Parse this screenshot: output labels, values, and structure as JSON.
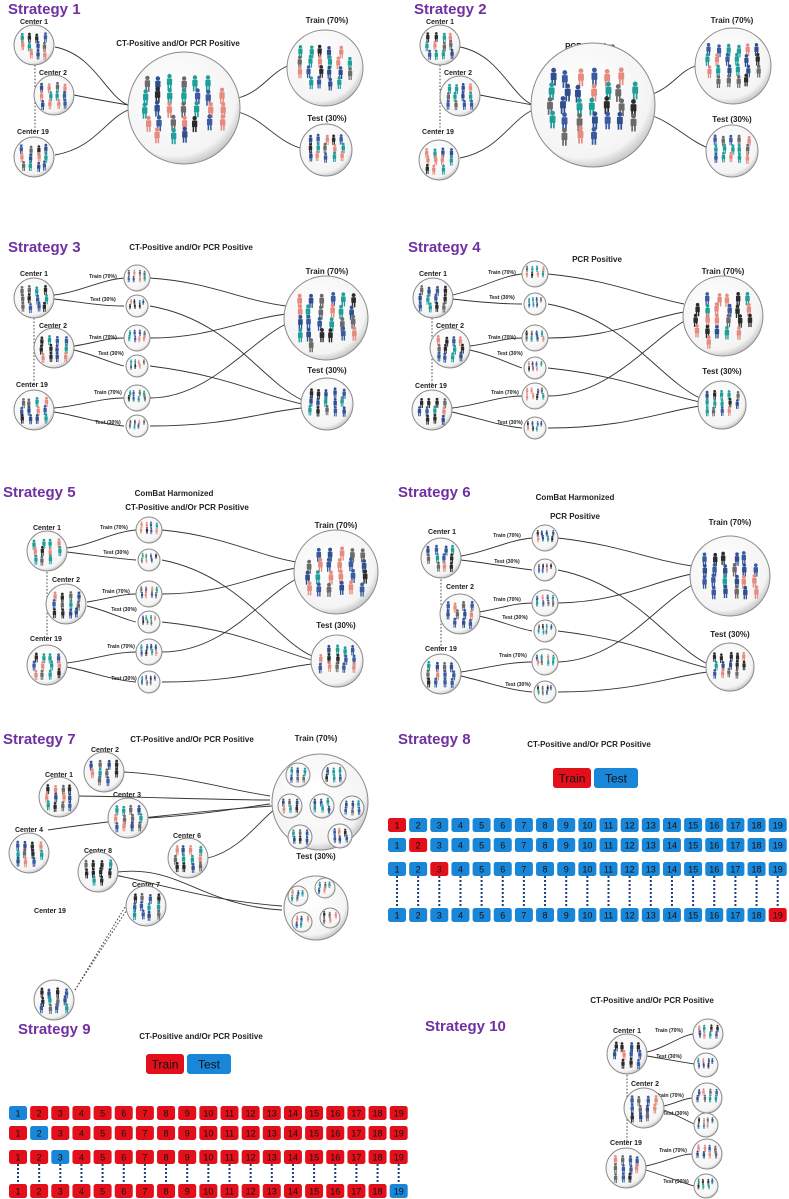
{
  "colors": {
    "title": "#7030a0",
    "train_cell": "#e3101b",
    "test_cell": "#1a86d8",
    "person_palette": [
      "#1f9e9a",
      "#2f4f8f",
      "#e58c80",
      "#2b2b2b",
      "#3a5ba0",
      "#6b6b6b"
    ]
  },
  "strategies": [
    {
      "title": "Strategy 1",
      "header": "CT-Positive and/Or PCR Positive",
      "centers": [
        "Center 1",
        "Center 2",
        "Center 19"
      ],
      "train": "Train (70%)",
      "test": "Test (30%)"
    },
    {
      "title": "Strategy 2",
      "header": "PCR Positive",
      "centers": [
        "Center 1",
        "Center 2",
        "Center 19"
      ],
      "train": "Train (70%)",
      "test": "Test (30%)"
    },
    {
      "title": "Strategy 3",
      "header": "CT-Positive and/Or PCR Positive",
      "centers": [
        "Center 1",
        "Center 2",
        "Center 19"
      ],
      "sub_train": "Train (70%)",
      "sub_test": "Test (30%)",
      "train": "Train (70%)",
      "test": "Test (30%)"
    },
    {
      "title": "Strategy 4",
      "header": "PCR Positive",
      "centers": [
        "Center 1",
        "Center 2",
        "Center 19"
      ],
      "sub_train": "Train (70%)",
      "sub_test": "Test (30%)",
      "train": "Train (70%)",
      "test": "Test (30%)"
    },
    {
      "title": "Strategy 5",
      "header": "ComBat Harmonized",
      "header2": "CT-Positive and/Or PCR Positive",
      "centers": [
        "Center 1",
        "Center 2",
        "Center 19"
      ],
      "sub_train": "Train (70%)",
      "sub_test": "Test (30%)",
      "train": "Train (70%)",
      "test": "Test (30%)"
    },
    {
      "title": "Strategy 6",
      "header": "ComBat Harmonized",
      "header2": "PCR Positive",
      "centers": [
        "Center 1",
        "Center 2",
        "Center 19"
      ],
      "sub_train": "Train (70%)",
      "sub_test": "Test (30%)",
      "train": "Train (70%)",
      "test": "Test (30%)"
    },
    {
      "title": "Strategy 7",
      "header": "CT-Positive and/Or PCR Positive",
      "centers": [
        "Center 1",
        "Center 2",
        "Center 3",
        "Center 4",
        "Center 6",
        "Center 8",
        "Center 7",
        "Center 19"
      ],
      "train": "Train (70%)",
      "test": "Test (30%)"
    },
    {
      "title": "Strategy 8",
      "header": "CT-Positive and/Or PCR Positive",
      "legend": {
        "train": "Train",
        "test": "Test"
      }
    },
    {
      "title": "Strategy 9",
      "header": "CT-Positive and/Or PCR Positive",
      "legend": {
        "train": "Train",
        "test": "Test"
      }
    },
    {
      "title": "Strategy 10",
      "header": "CT-Positive and/Or PCR Positive",
      "centers": [
        "Center 1",
        "Center 2",
        "Center 19"
      ],
      "sub_train": "Train (70%)",
      "sub_test": "Test (30%)"
    }
  ],
  "grid": {
    "cells": [
      "1",
      "2",
      "3",
      "4",
      "5",
      "6",
      "7",
      "8",
      "9",
      "10",
      "11",
      "12",
      "13",
      "14",
      "15",
      "16",
      "17",
      "18",
      "19"
    ],
    "strategy8_highlight": [
      1,
      2,
      3,
      19
    ],
    "strategy9_highlight": [
      1,
      2,
      3,
      19
    ]
  }
}
